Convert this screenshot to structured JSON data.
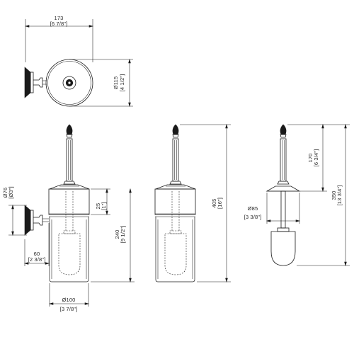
{
  "top_view": {
    "width_mm": "173",
    "width_in": "[6 7/8\"]",
    "diam_mm": "Ø115",
    "diam_in": "[4 1/2\"]"
  },
  "side_view": {
    "rim_mm": "Ø76",
    "rim_in": "[Ø3\"]",
    "wall_offset_mm": "60",
    "wall_offset_in": "[2 3/8\"]",
    "cup_height_mm": "240",
    "cup_height_in": "[9 1/2\"]",
    "collar_mm": "25",
    "collar_in": "[1\"]",
    "base_mm": "Ø100",
    "base_in": "[3 7/8\"]"
  },
  "front_view": {
    "total_height_mm": "405",
    "total_height_in": "[16\"]"
  },
  "brush_view": {
    "handle_mm": "170",
    "handle_in": "[6 3/4\"]",
    "plate_mm": "Ø85",
    "plate_in": "[3 3/8\"]",
    "length_mm": "350",
    "length_in": "[13 3/4\"]"
  }
}
